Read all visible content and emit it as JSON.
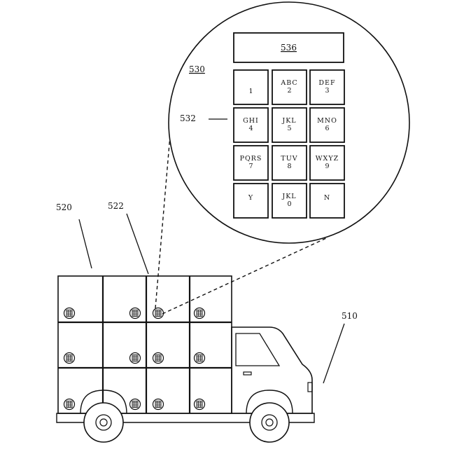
{
  "refs": {
    "truck": "510",
    "cargo_body": "520",
    "locker_door": "522",
    "keypad_detail": "530",
    "keypad_buttons": "532",
    "display": "536"
  },
  "keypad": {
    "keys": [
      {
        "letters": "",
        "digit": "1"
      },
      {
        "letters": "ABC",
        "digit": "2"
      },
      {
        "letters": "DEF",
        "digit": "3"
      },
      {
        "letters": "GHI",
        "digit": "4"
      },
      {
        "letters": "JKL",
        "digit": "5"
      },
      {
        "letters": "MNO",
        "digit": "6"
      },
      {
        "letters": "PQRS",
        "digit": "7"
      },
      {
        "letters": "TUV",
        "digit": "8"
      },
      {
        "letters": "WXYZ",
        "digit": "9"
      },
      {
        "letters": "Y",
        "digit": ""
      },
      {
        "letters": "JKL",
        "digit": "0"
      },
      {
        "letters": "N",
        "digit": ""
      }
    ]
  }
}
